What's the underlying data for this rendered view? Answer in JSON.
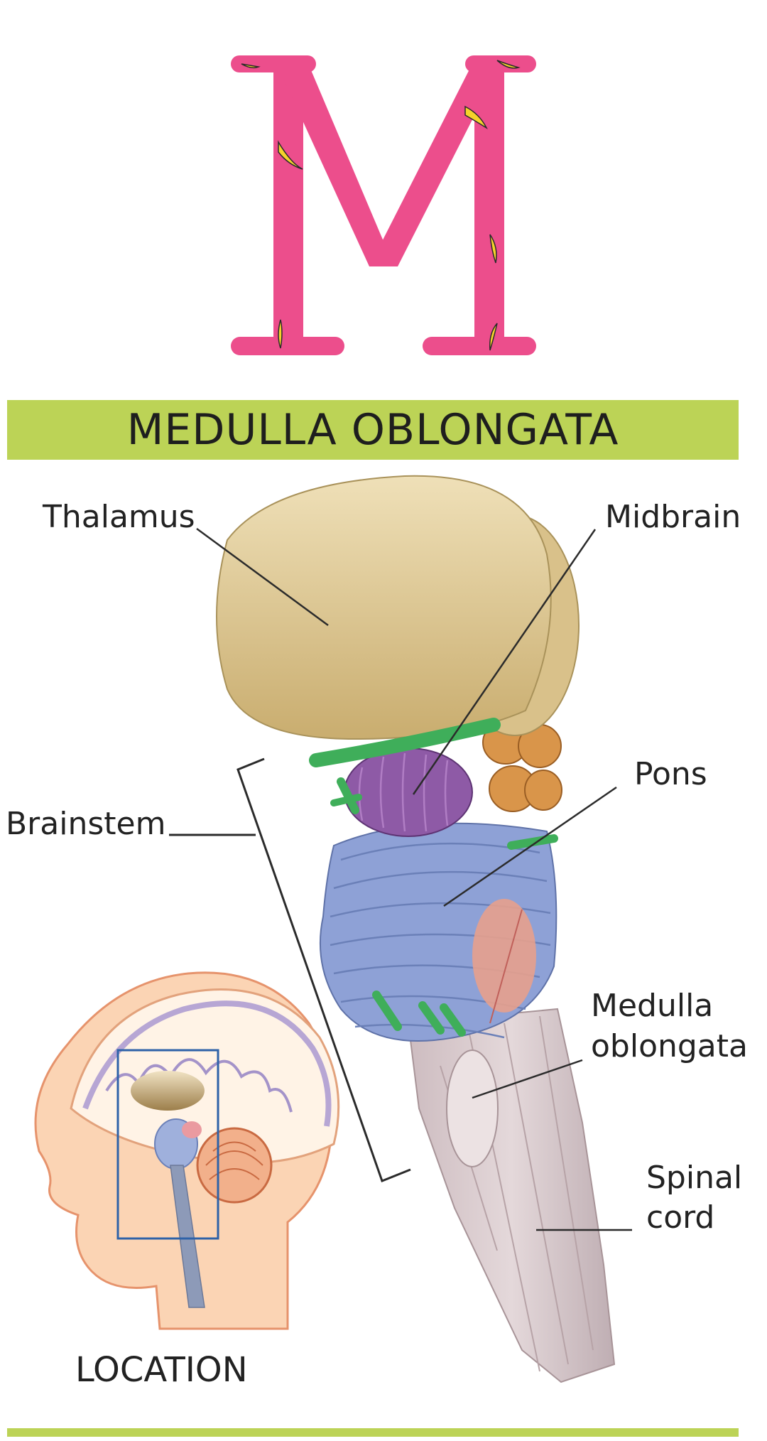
{
  "header": {
    "letter": "M"
  },
  "title": "MEDULLA OBLONGATA",
  "labels": {
    "thalamus": "Thalamus",
    "midbrain": "Midbrain",
    "pons": "Pons",
    "brainstem": "Brainstem",
    "medulla_line1": "Medulla",
    "medulla_line2": "oblongata",
    "spinal_line1": "Spinal",
    "spinal_line2": "cord"
  },
  "inset": {
    "caption": "LOCATION"
  },
  "colors": {
    "letter": "#ec4e8c",
    "banana": "#f5d32a",
    "title_bar": "#bcd356",
    "thalamus": "#e3cc98",
    "midbrain": "#8e5aa6",
    "pons": "#7f96cf",
    "medulla": "#d8c8cb",
    "nerves": "#3fae5a",
    "pineal": "#d9954a"
  }
}
